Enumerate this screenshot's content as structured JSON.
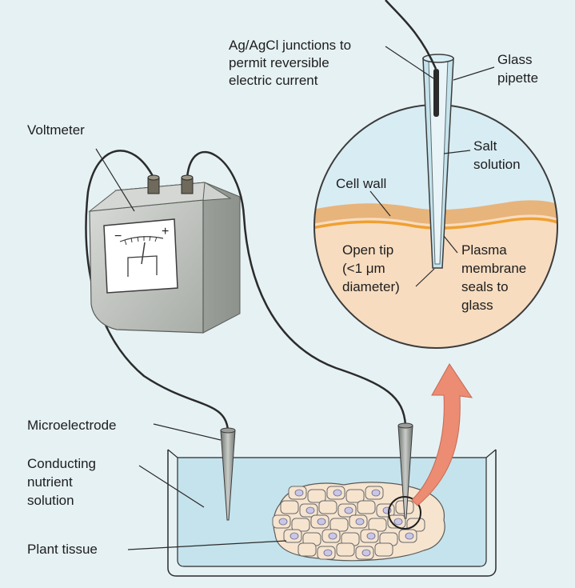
{
  "labels": {
    "junctions": [
      "Ag/AgCl junctions to",
      "permit reversible",
      "electric current"
    ],
    "pipette": [
      "Glass",
      "pipette"
    ],
    "voltmeter": "Voltmeter",
    "salt": [
      "Salt",
      "solution"
    ],
    "cell_wall": "Cell wall",
    "open_tip": [
      "Open tip",
      "(<1 μm",
      "diameter)"
    ],
    "plasma": [
      "Plasma",
      "membrane",
      "seals to",
      "glass"
    ],
    "microelectrode": "Microelectrode",
    "conducting": [
      "Conducting",
      "nutrient",
      "solution"
    ],
    "plant_tissue": "Plant tissue"
  },
  "meter": {
    "minus": "−",
    "plus": "+"
  },
  "colors": {
    "background": "#e6f1f4",
    "cytoplasm": "#f7dcc0",
    "cell_wall": "#e7b47c",
    "plasma_membrane": "#f0a030",
    "arrow": "#ec8c72",
    "tissue_cell": "#f6e4cf",
    "nucleus": "#c9c6e6"
  }
}
